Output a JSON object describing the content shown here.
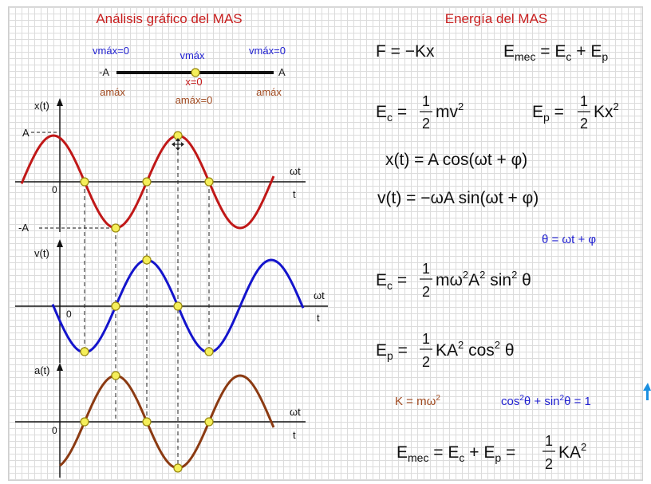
{
  "left_title": "Análisis gráfico del MAS",
  "right_title": "Energía del MAS",
  "oscillator": {
    "vmax_left": "vmáx=0",
    "vmax_center": "vmáx",
    "vmax_right": "vmáx=0",
    "minus_a": "-A",
    "plus_a": "A",
    "x_zero": "x=0",
    "amax_left": "amáx",
    "amax_center": "amáx=0",
    "amax_right": "amáx"
  },
  "graphs": {
    "x_label": "x(t)",
    "v_label": "v(t)",
    "a_label": "a(t)",
    "a_mark": "A",
    "neg_a_mark": "-A",
    "origin": "0",
    "wt": "ωt",
    "t": "t"
  },
  "equations": {
    "F": "F = −Kx",
    "Emec": "Emec = Ec + Ep",
    "Ec_basic": "Ec = ½ mv²",
    "Ep_basic": "Ep = ½ Kx²",
    "x_t": "x(t) = A cos(ωt + φ)",
    "v_t": "v(t) = −ωA sin(ωt + φ)",
    "theta": "θ = ωt + φ",
    "Ec_theta": "Ec = ½ mω²A² sin² θ",
    "Ep_theta": "Ep = ½ KA² cos² θ",
    "K": "K = mω²",
    "identity": "cos²θ + sin²θ = 1",
    "Emec_total": "Emec = Ec + Ep = ½ KA²"
  },
  "colors": {
    "x_curve": "#c01818",
    "v_curve": "#1414cc",
    "a_curve": "#8b3a12",
    "title_red": "#c81e1e",
    "label_blue": "#2020d0",
    "label_brown": "#a04a20",
    "point_fill": "#f5ef5a",
    "point_stroke": "#9a8a10"
  },
  "icons": [
    "move-cursor-icon",
    "arrow-cursor-icon"
  ]
}
